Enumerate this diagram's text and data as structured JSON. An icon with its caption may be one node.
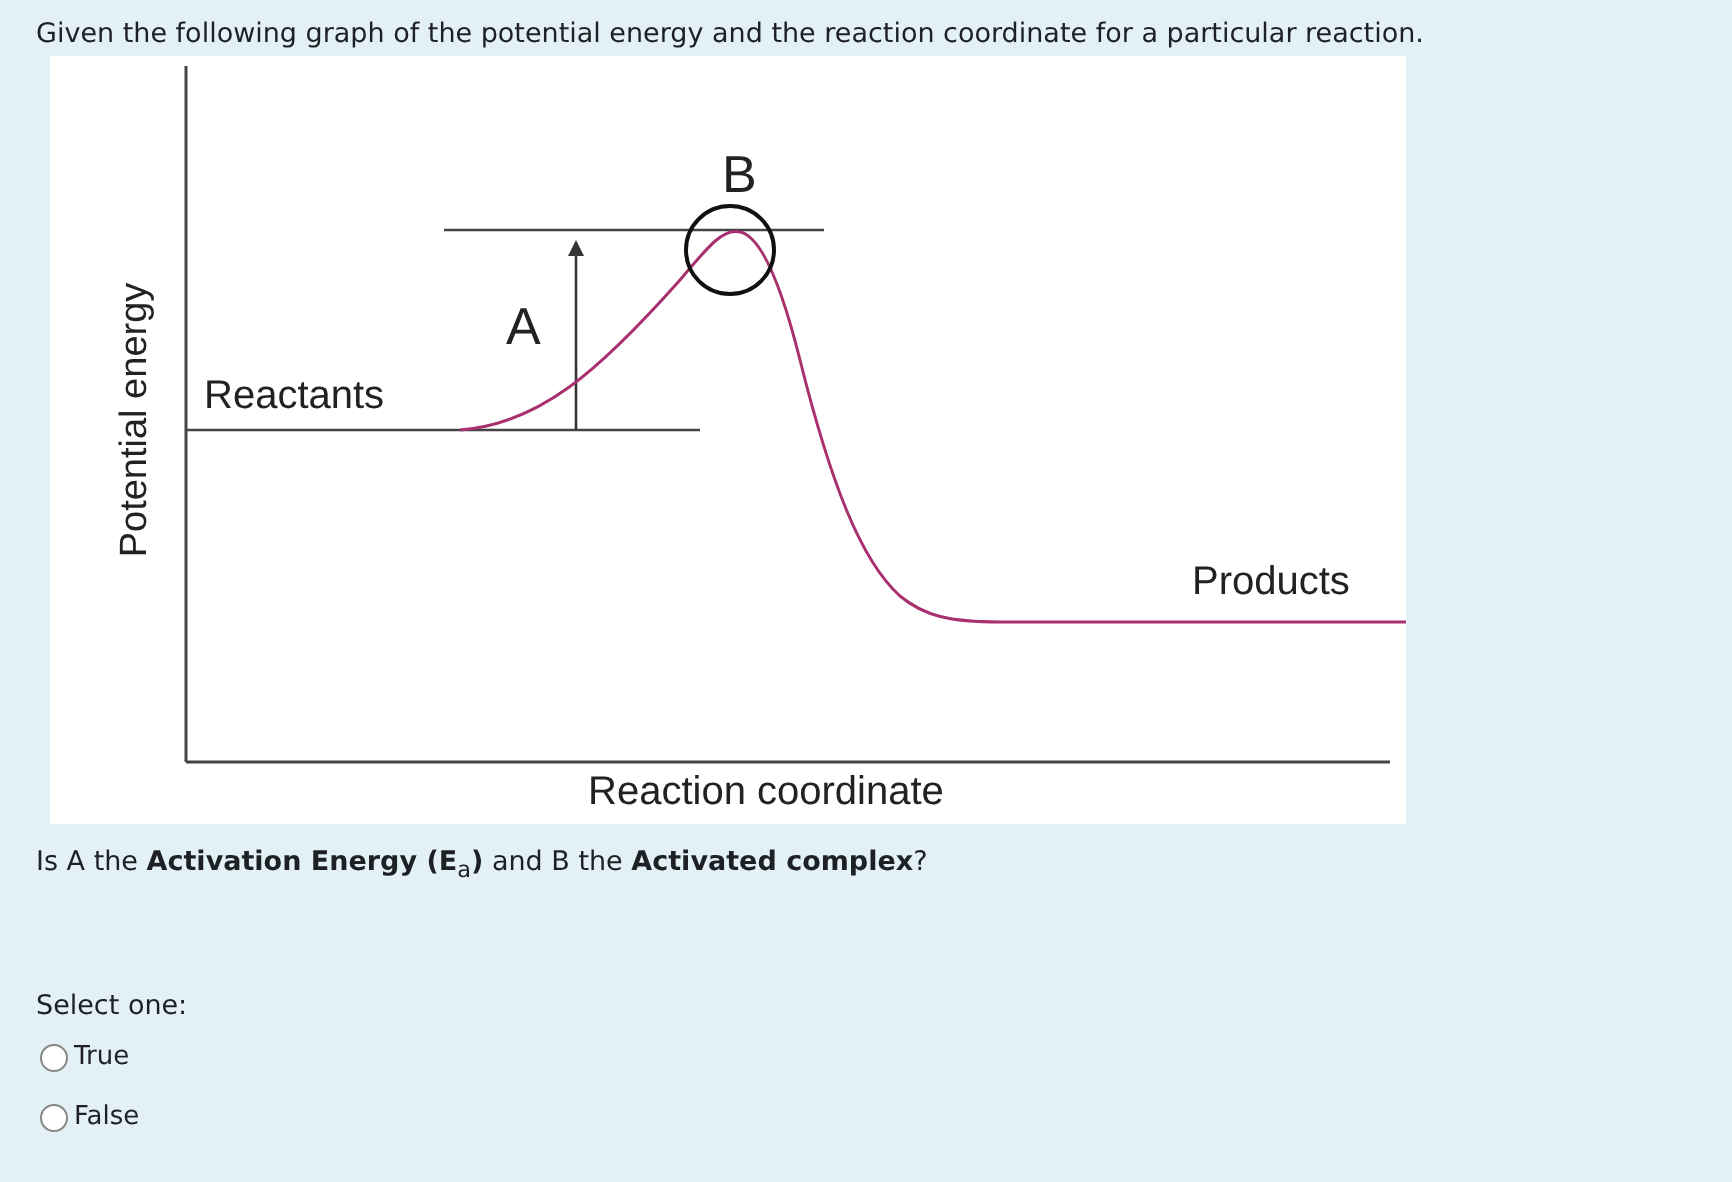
{
  "diagram": {
    "title": "Given the following graph of the potential energy and the reaction coordinate for a particular reaction.",
    "labels": [
      "B",
      "A",
      "Reactants",
      "Potential energy",
      "Products",
      "Reaction coordinate",
      "Is A the **Activation Energy (E**$_{a}$**)** and B the **Activated complex**?",
      "Select one:",
      "True",
      "False"
    ]
  }
}
